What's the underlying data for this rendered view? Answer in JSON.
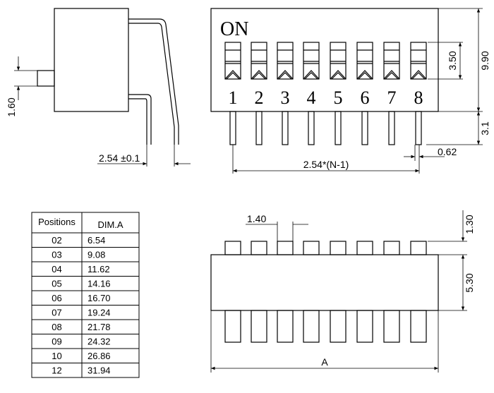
{
  "top_view": {
    "on_label": "ON",
    "switch_numbers": [
      "1",
      "2",
      "3",
      "4",
      "5",
      "6",
      "7",
      "8"
    ],
    "dim_height": "9.90",
    "dim_switch": "3.50",
    "dim_pin_length": "3.1",
    "dim_pitch_total": "2.54*(N-1)",
    "dim_pin_width": "0.62"
  },
  "side_view": {
    "dim_actuator": "1.60",
    "dim_pitch": "2.54 ±0.1"
  },
  "bottom_view": {
    "dim_pin_width": "1.40",
    "dim_pin_height": "1.30",
    "dim_body_height": "5.30",
    "dim_a": "A"
  },
  "table": {
    "headers": [
      "Positions",
      "DIM.A"
    ],
    "rows": [
      [
        "02",
        "6.54"
      ],
      [
        "03",
        "9.08"
      ],
      [
        "04",
        "11.62"
      ],
      [
        "05",
        "14.16"
      ],
      [
        "06",
        "16.70"
      ],
      [
        "07",
        "19.24"
      ],
      [
        "08",
        "21.78"
      ],
      [
        "09",
        "24.32"
      ],
      [
        "10",
        "26.86"
      ],
      [
        "12",
        "31.94"
      ]
    ]
  }
}
